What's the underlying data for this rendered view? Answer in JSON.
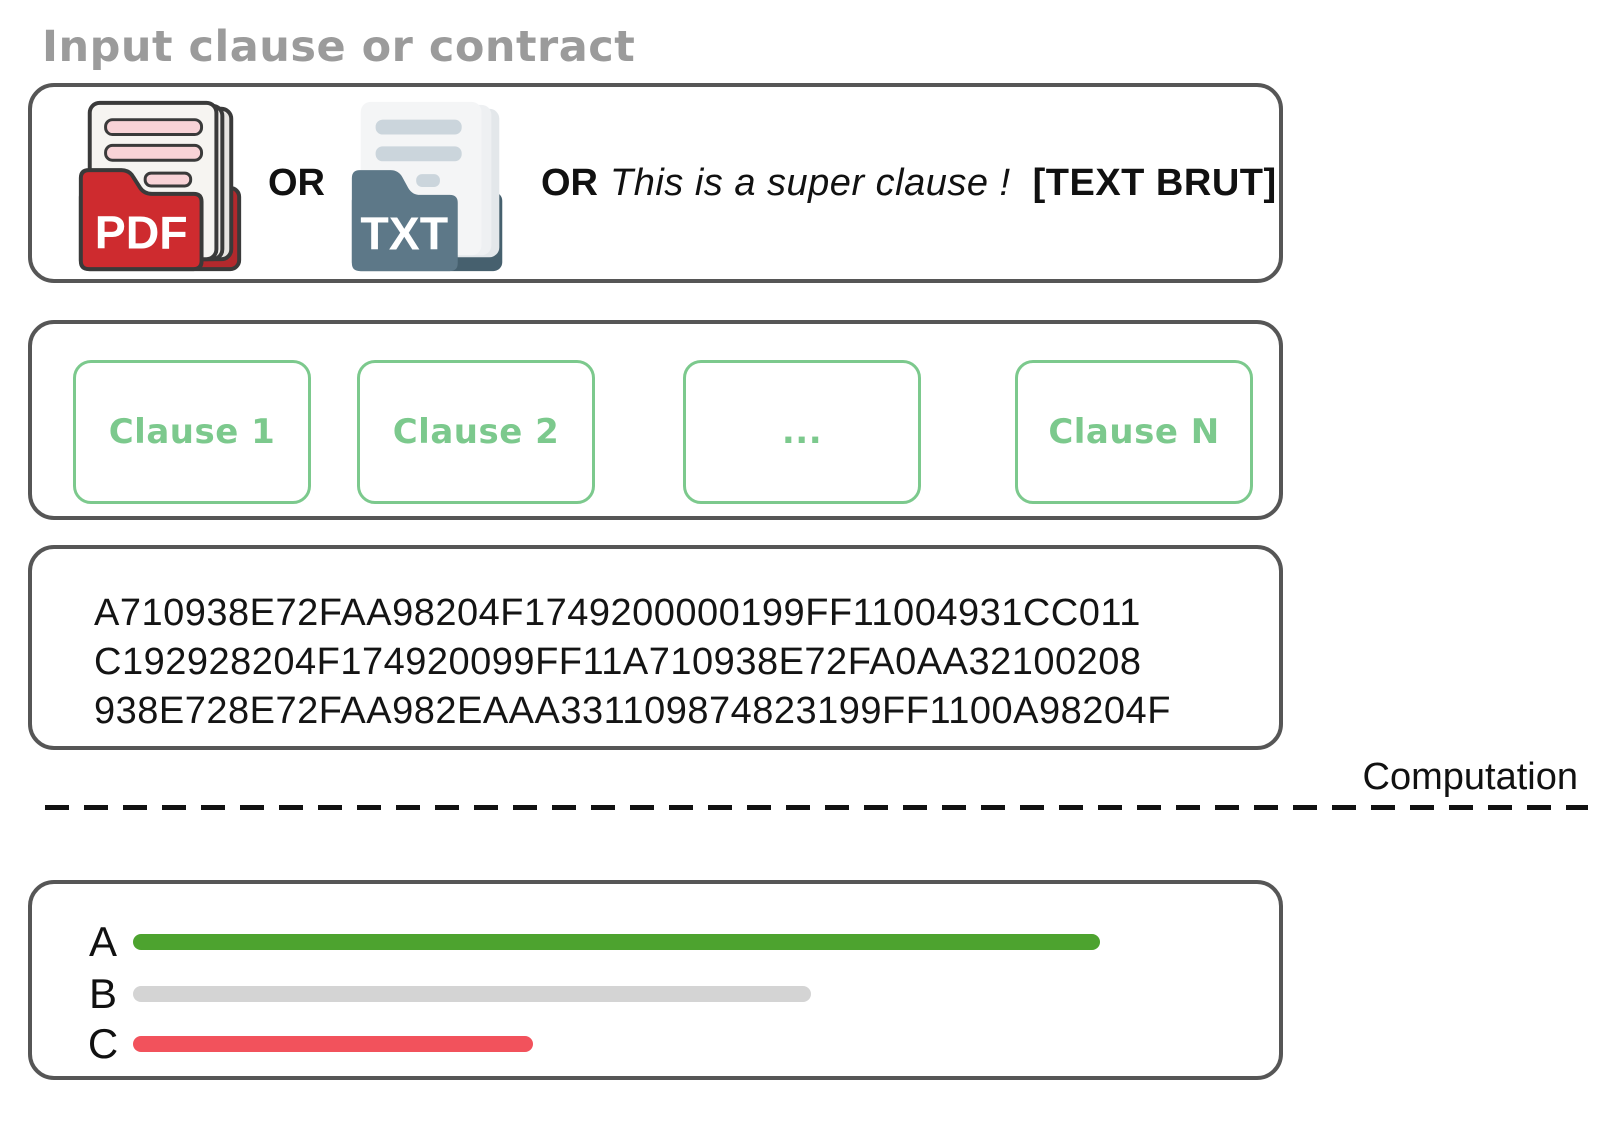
{
  "page": {
    "title": "Input clause or contract",
    "title_color": "#9b9b9b",
    "frame_border_color": "#565656",
    "background": "#ffffff"
  },
  "input_box": {
    "pdf_icon": {
      "label": "PDF",
      "folder_color": "#ce2b2f",
      "page_line_color": "#f8d3d7"
    },
    "txt_icon": {
      "label": "TXT",
      "folder_color": "#5d7888",
      "page_line_color": "#cbd5dc"
    },
    "or_first": "OR",
    "or_second": "OR",
    "sample_text": "This is a super clause !",
    "raw_text_tag": "[TEXT BRUT]"
  },
  "clauses_box": {
    "accent_color": "#7cc98d",
    "items": [
      {
        "label": "Clause 1"
      },
      {
        "label": "Clause 2"
      },
      {
        "label": "..."
      },
      {
        "label": "Clause N"
      }
    ]
  },
  "hash_box": {
    "lines": [
      "A710938E72FAA98204F1749200000199FF11004931CC011",
      "C192928204F174920099FF11A710938E72FA0AA32100208",
      "938E728E72FAA982EAAA331109874823199FF1100A98204F"
    ]
  },
  "divider": {
    "label": "Computation"
  },
  "results_box": {
    "bars": [
      {
        "label": "A",
        "color": "#4da32f",
        "length_pct": 87
      },
      {
        "label": "B",
        "color": "#d4d4d4",
        "length_pct": 61
      },
      {
        "label": "C",
        "color": "#f2525c",
        "length_pct": 36
      }
    ]
  }
}
